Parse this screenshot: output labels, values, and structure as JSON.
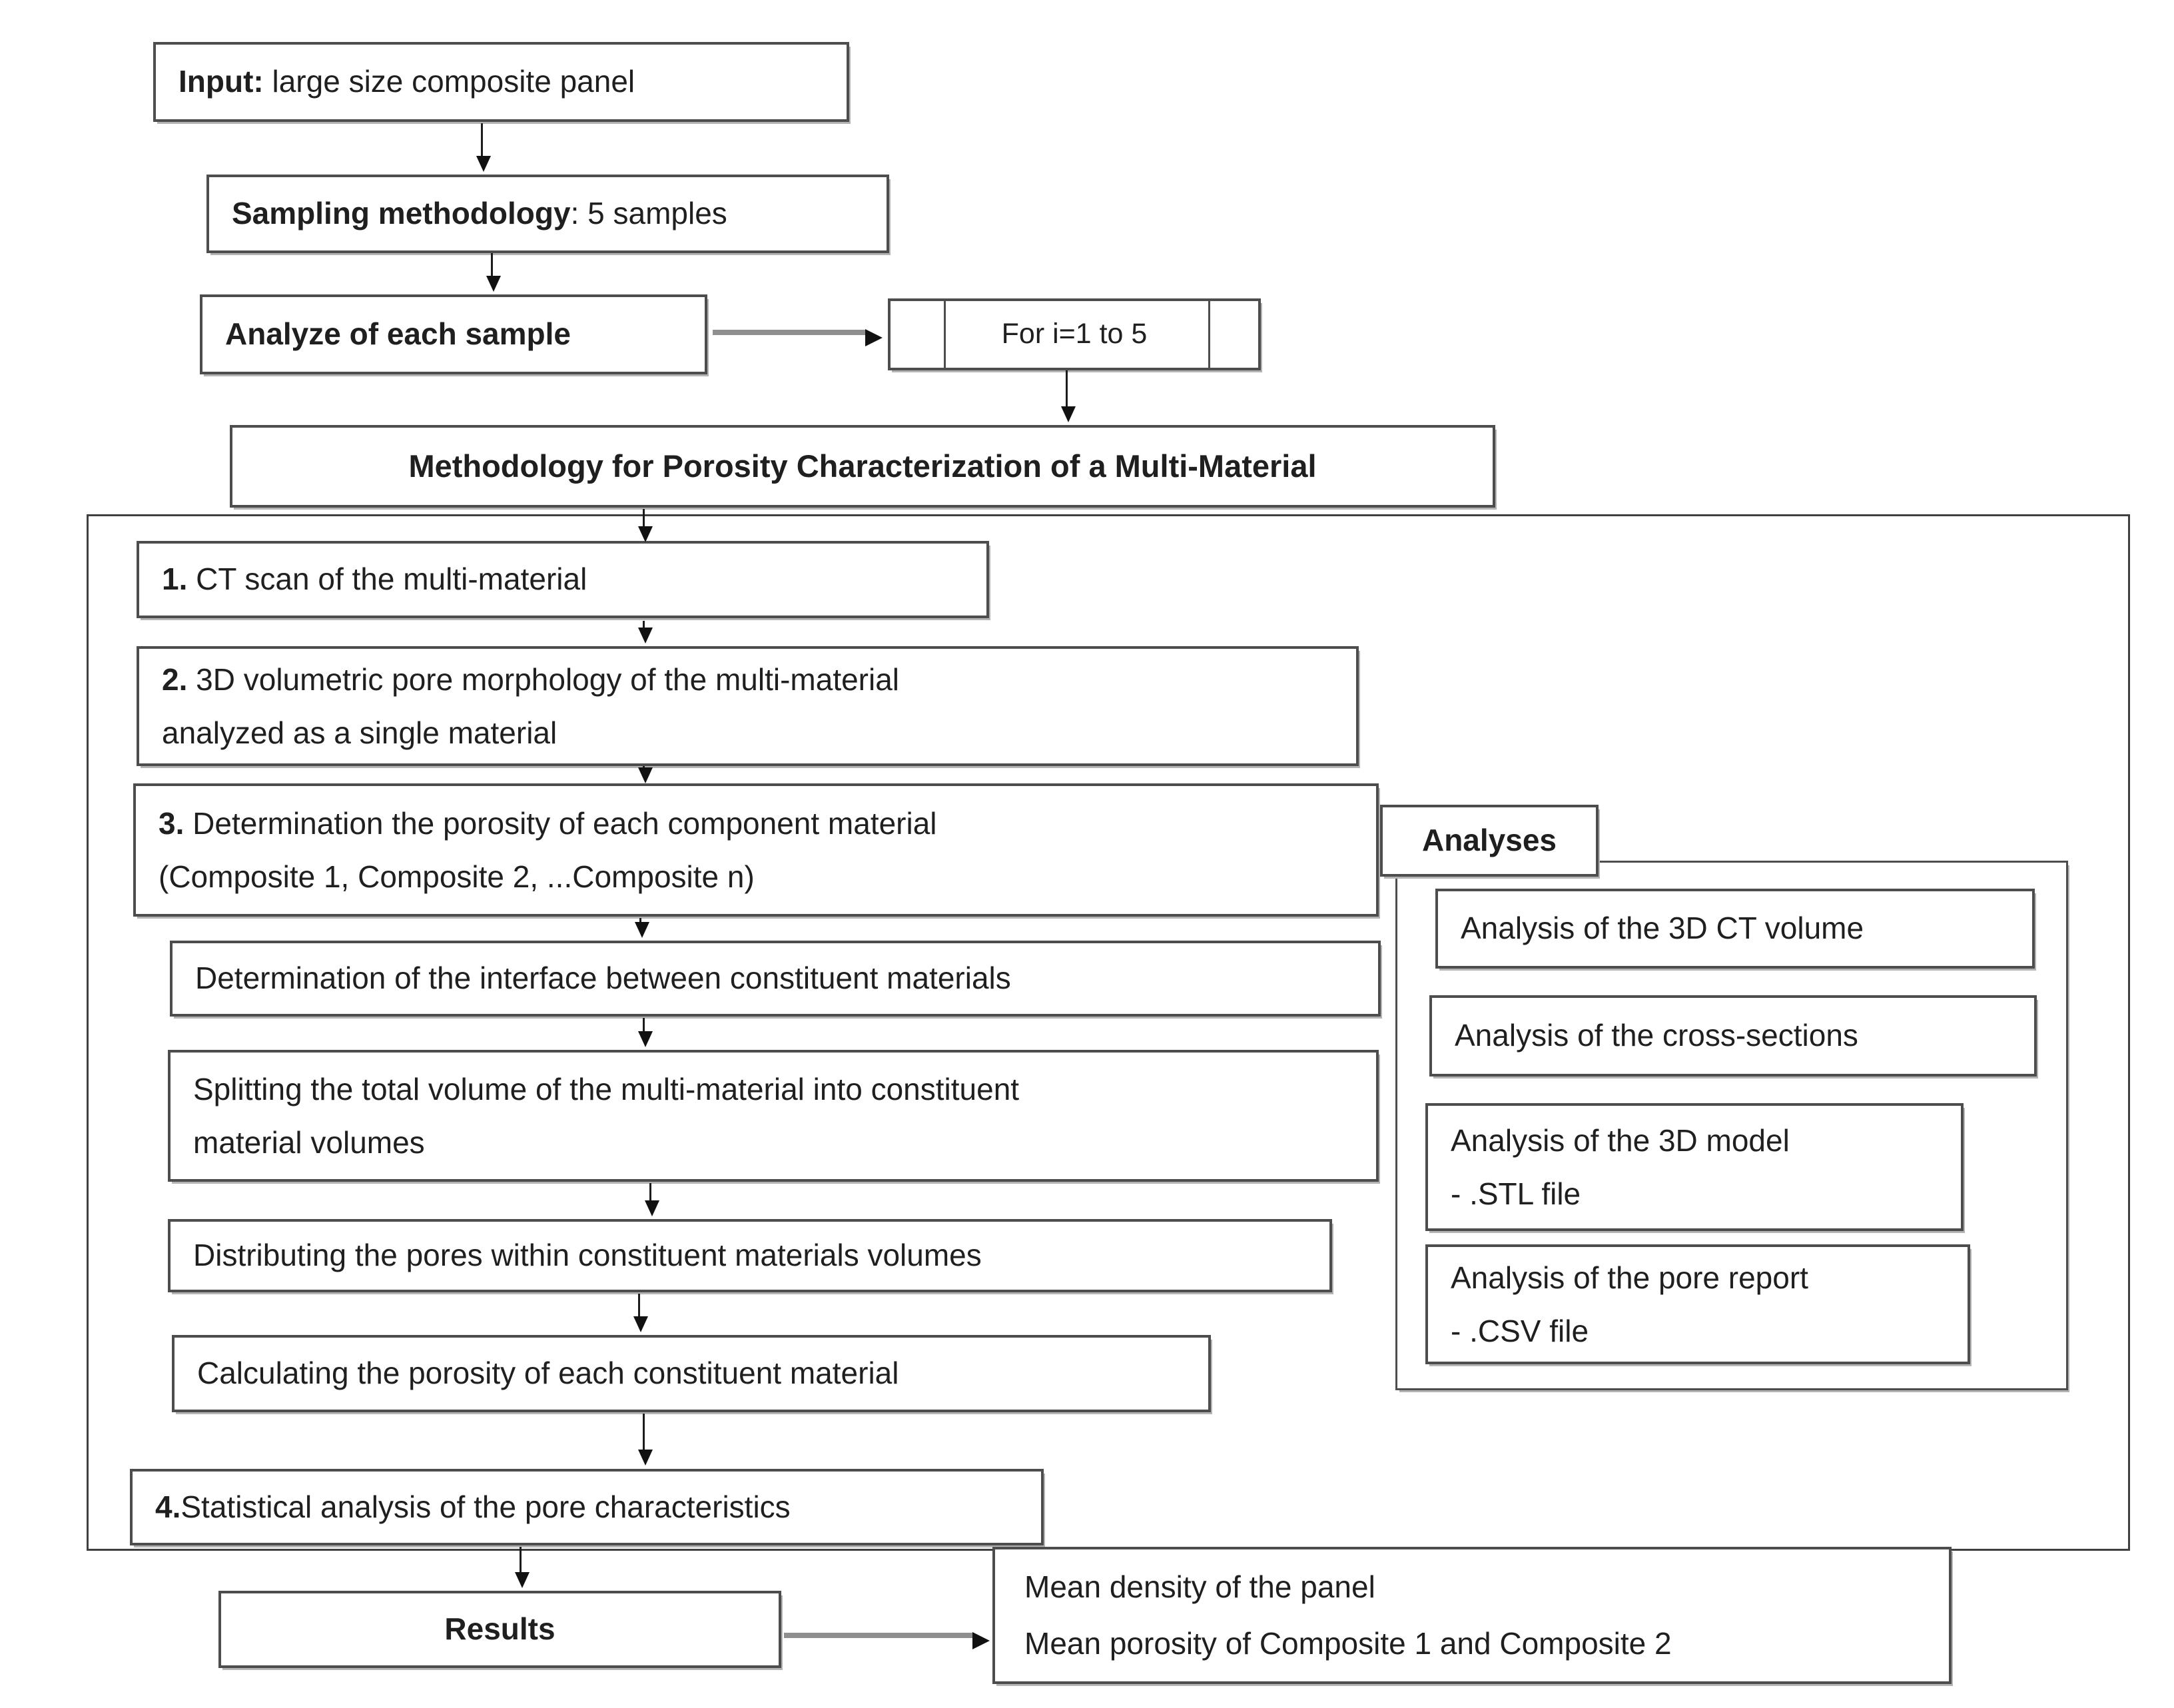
{
  "flow": {
    "input": {
      "bold": "Input:",
      "rest": " large size composite panel"
    },
    "sampling": {
      "bold": "Sampling methodology",
      "rest": ": 5 samples"
    },
    "analyze": {
      "label": "Analyze of each sample"
    },
    "loop": {
      "label": "For i=1 to 5"
    },
    "methodology": {
      "label": "Methodology for Porosity Characterization of a Multi-Material"
    },
    "step1": {
      "num": "1.",
      "rest": " CT scan of the multi-material"
    },
    "step2": {
      "num": "2.",
      "rest": " 3D volumetric pore morphology of the multi-material",
      "line2": "analyzed as a single material"
    },
    "step3": {
      "num": "3.",
      "rest": " Determination the porosity of each component material",
      "line2": "(Composite 1, Composite 2, ...Composite n)"
    },
    "interface": {
      "label": "Determination of the interface between constituent materials"
    },
    "splitting": {
      "line1": "Splitting the total volume of the multi-material into constituent",
      "line2": "material volumes"
    },
    "distributing": {
      "label": "Distributing the pores within constituent materials volumes"
    },
    "calculating": {
      "label": "Calculating the porosity of each constituent material"
    },
    "step4": {
      "num": "4.",
      "rest": "Statistical analysis of the pore characteristics"
    },
    "results": {
      "label": "Results"
    },
    "output": {
      "line1": "Mean density of the panel",
      "line2": "Mean porosity of Composite 1 and Composite 2"
    }
  },
  "analyses": {
    "title": "Analyses",
    "items": [
      {
        "line1": "Analysis of the 3D CT volume"
      },
      {
        "line1": "Analysis of the cross-sections"
      },
      {
        "line1": "Analysis of the 3D model",
        "line2": "- .STL file"
      },
      {
        "line1": "Analysis of the pore report",
        "line2": "- .CSV file"
      }
    ]
  },
  "colors": {
    "box_border": "#4d4d4d",
    "outer_border": "#404040",
    "arrow_line": "#1c1c1c",
    "arrow_shaft_thick": "#8f8f8f",
    "text": "#1f1f1f",
    "background": "#ffffff"
  }
}
